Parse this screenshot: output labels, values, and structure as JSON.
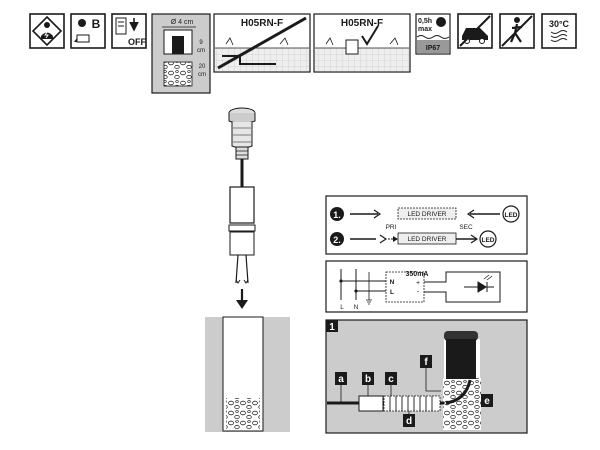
{
  "icons": {
    "class_b": "B",
    "off": "OFF",
    "depth_diameter": "Ø 4 cm",
    "depth_9": "9",
    "depth_cm1": "cm",
    "depth_20": "20",
    "depth_cm2": "cm",
    "cable_wrong": "H05RN-F",
    "cable_right": "H05RN-F",
    "submersion_time": "0,5h",
    "submersion_max": "max",
    "ip_rating": "IP67",
    "temperature": "30°C"
  },
  "wiring": {
    "step1_number": "1.",
    "step2_number": "2.",
    "driver_label_1": "LED DRIVER",
    "driver_label_2": "LED DRIVER",
    "led_label_1": "LED",
    "led_label_2": "LED",
    "primary_label": "PRI",
    "secondary_label": "SEC",
    "current": "350mA",
    "terminal_n": "N",
    "terminal_l": "L",
    "plus": "+",
    "minus": "-",
    "supply_l": "L",
    "supply_n": "N"
  },
  "figure": {
    "number": "1",
    "callouts": [
      "a",
      "b",
      "c",
      "d",
      "e",
      "f"
    ]
  },
  "colors": {
    "panel_grey": "#cccccc",
    "dark_grey": "#999999",
    "ink": "#1a1a1a"
  }
}
